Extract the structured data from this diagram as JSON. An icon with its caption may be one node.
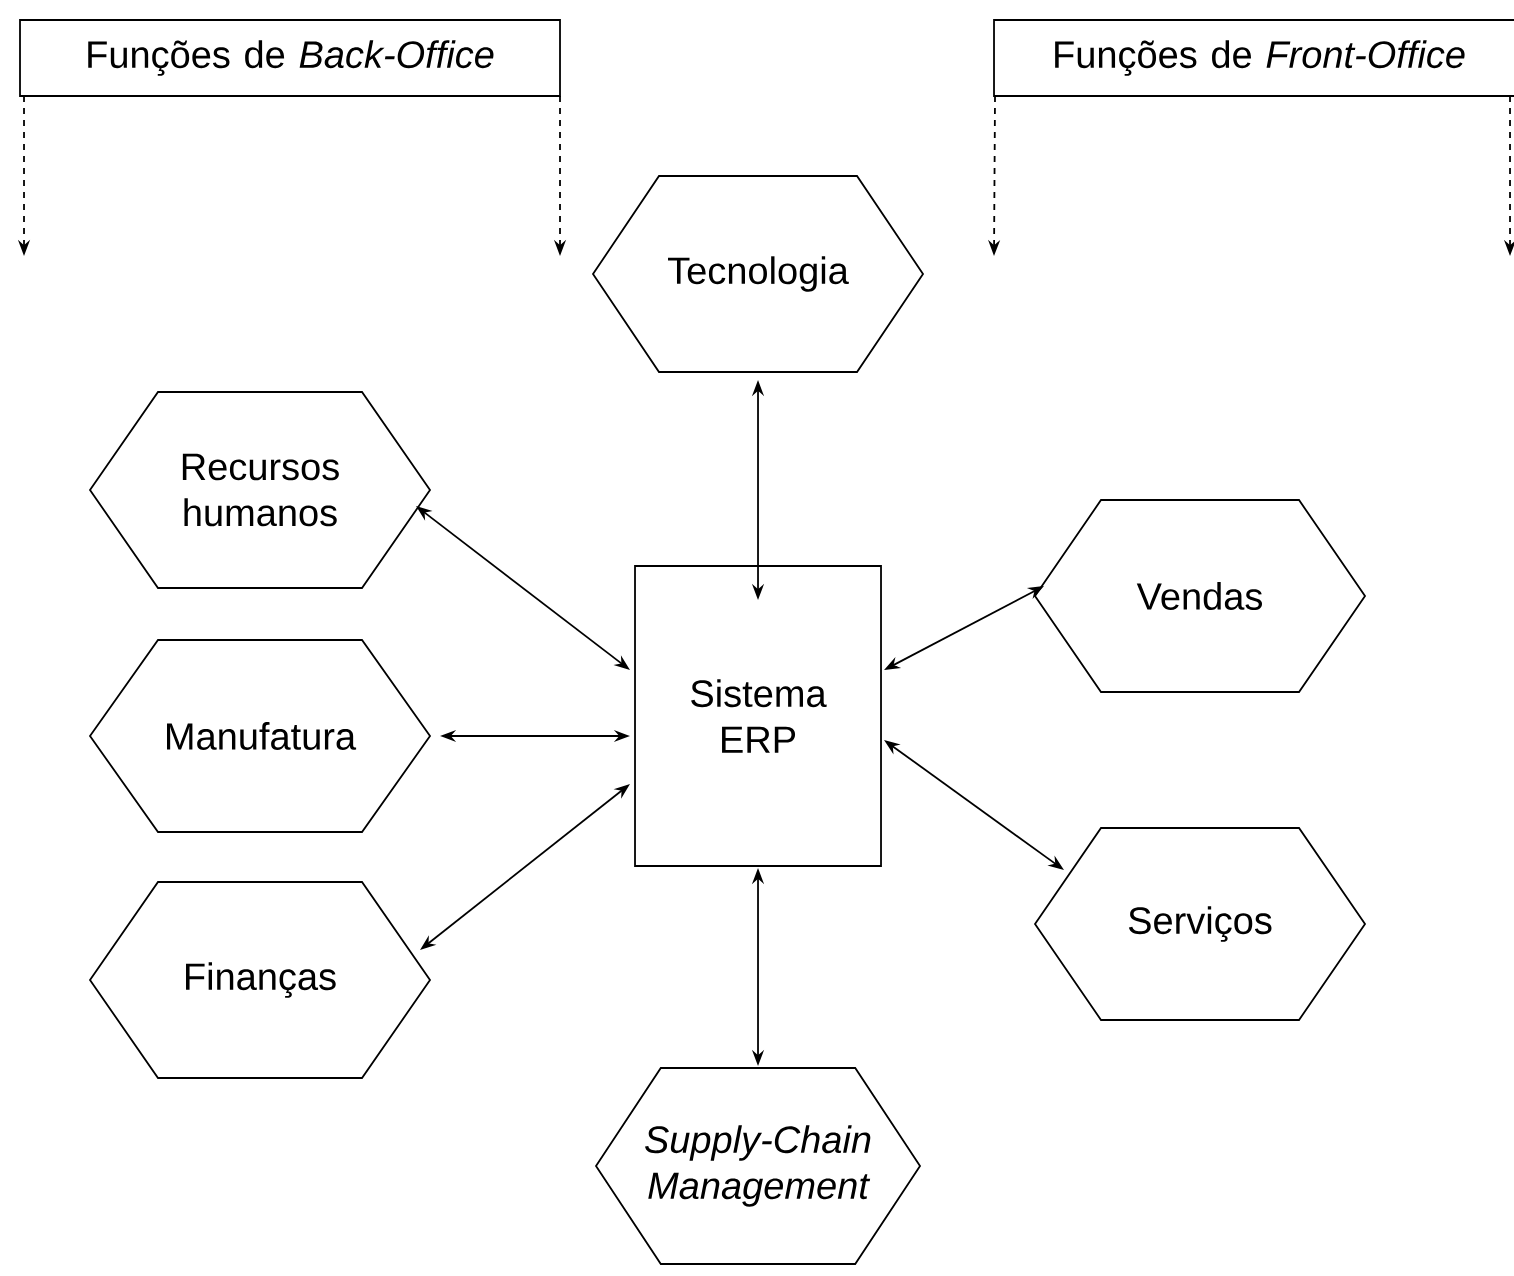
{
  "diagram": {
    "nodes": [
      {
        "text": [
          "Funções de *Back-Office*"
        ]
      },
      {
        "text": [
          "Funções de *Front-Office*"
        ]
      },
      {
        "text": [
          "Tecnologia"
        ]
      },
      {
        "text": [
          "Recursos humanos"
        ]
      },
      {
        "text": [
          "Vendas"
        ]
      },
      {
        "text": [
          "Manufatura"
        ]
      },
      {
        "text": [
          "Sistema ERP"
        ]
      },
      {
        "text": [
          "Serviços"
        ]
      },
      {
        "text": [
          "Finanças"
        ]
      },
      {
        "text": [
          "Supply-Chain Management"
        ]
      }
    ],
    "edges": [
      {
        "from": 2,
        "to": 6,
        "arrow": "both"
      },
      {
        "from": 3,
        "to": 6,
        "arrow": "both"
      },
      {
        "from": 5,
        "to": 6,
        "arrow": "both"
      },
      {
        "from": 8,
        "to": 6,
        "arrow": "both"
      },
      {
        "from": 4,
        "to": 6,
        "arrow": "both"
      },
      {
        "from": 7,
        "to": 6,
        "arrow": "both"
      },
      {
        "from": 9,
        "to": 6,
        "arrow": "both"
      },
      {
        "from": 0,
        "to": null,
        "arrow": "to",
        "style": "dashed"
      },
      {
        "from": 0,
        "to": null,
        "arrow": "to",
        "style": "dashed"
      },
      {
        "from": 1,
        "to": null,
        "arrow": "to",
        "style": "dashed"
      },
      {
        "from": 1,
        "to": null,
        "arrow": "to",
        "style": "dashed"
      }
    ]
  }
}
